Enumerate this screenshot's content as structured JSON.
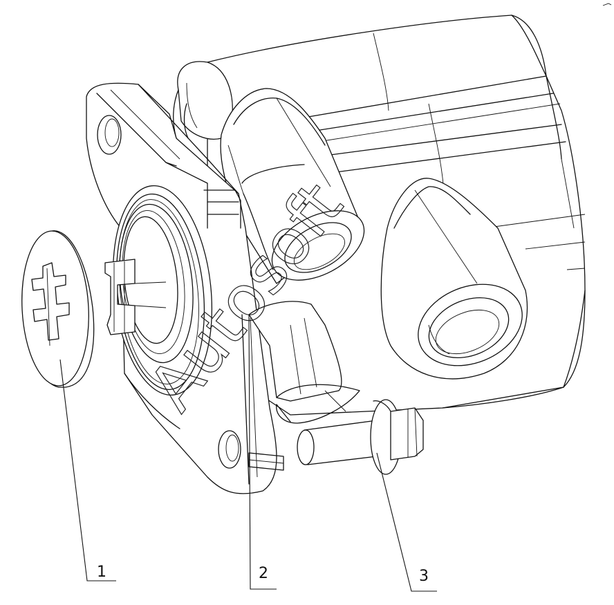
{
  "callouts": [
    {
      "label": "1",
      "part": "cap"
    },
    {
      "label": "2",
      "part": "pump-body"
    },
    {
      "label": "3",
      "part": "bolt"
    }
  ],
  "watermark": "Autosoft",
  "colors": {
    "line": "#111111",
    "background": "#ffffff"
  }
}
